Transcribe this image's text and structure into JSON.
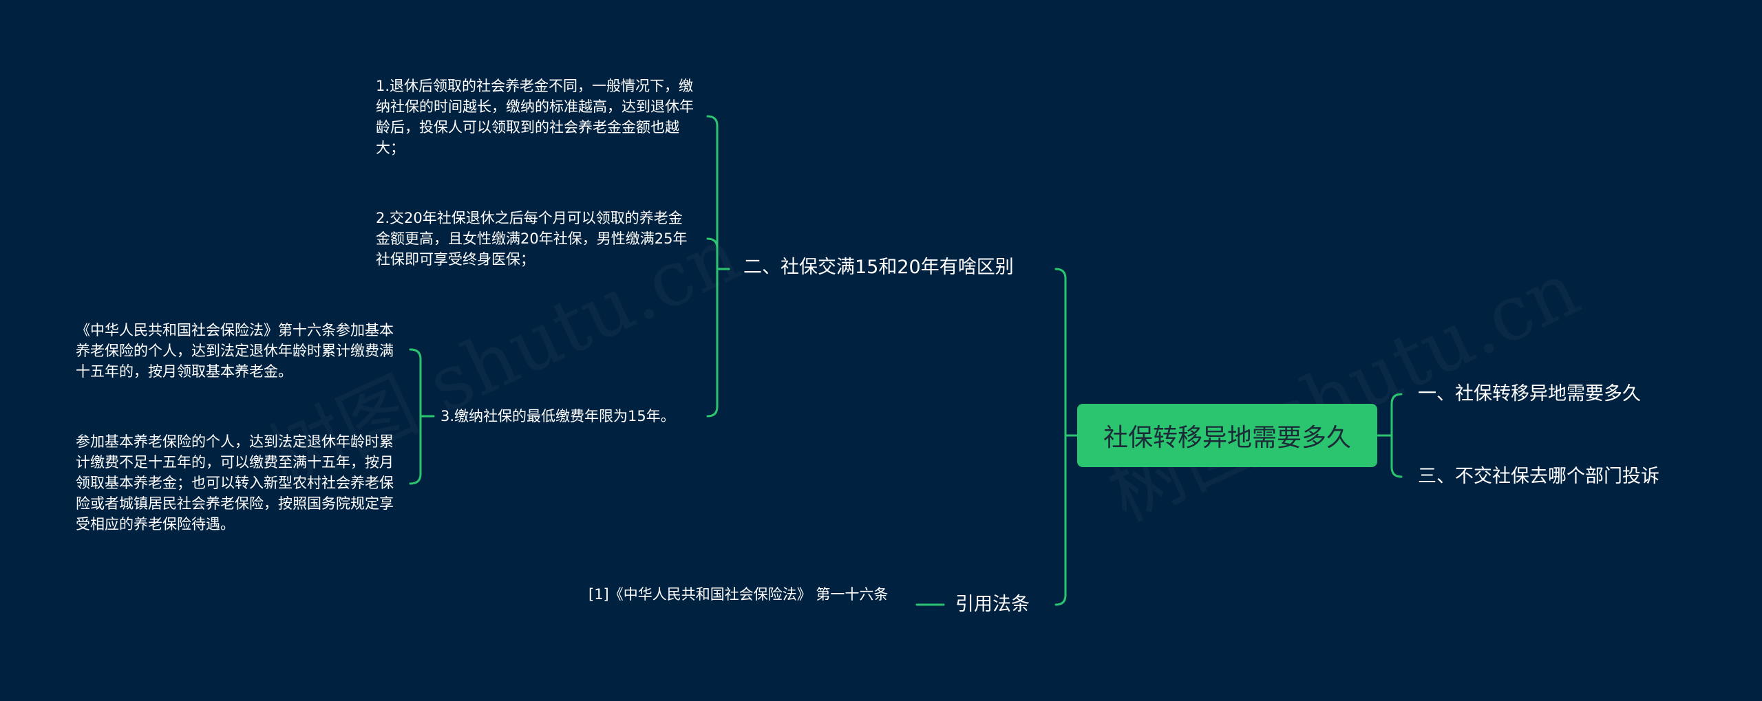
{
  "root": {
    "label": "社保转移异地需要多久"
  },
  "right_branches": [
    {
      "label": "一、社保转移异地需要多久"
    },
    {
      "label": "三、不交社保去哪个部门投诉"
    }
  ],
  "left_branches": {
    "section_two": {
      "label": "二、社保交满15和20年有啥区别",
      "items": [
        {
          "label": "1.退休后领取的社会养老金不同，一般情况下，缴纳社保的时间越长，缴纳的标准越高，达到退休年龄后，投保人可以领取到的社会养老金金额也越大；"
        },
        {
          "label": "2.交20年社保退休之后每个月可以领取的养老金金额更高，且女性缴满20年社保，男性缴满25年社保即可享受终身医保；"
        },
        {
          "label": "3.缴纳社保的最低缴费年限为15年。",
          "details": [
            {
              "label": "《中华人民共和国社会保险法》第十六条参加基本养老保险的个人，达到法定退休年龄时累计缴费满十五年的，按月领取基本养老金。"
            },
            {
              "label": "参加基本养老保险的个人，达到法定退休年龄时累计缴费不足十五年的，可以缴费至满十五年，按月领取基本养老金；也可以转入新型农村社会养老保险或者城镇居民社会养老保险，按照国务院规定享受相应的养老保险待遇。"
            }
          ]
        }
      ]
    },
    "citations": {
      "label": "引用法条",
      "items": [
        {
          "label": "[1]《中华人民共和国社会保险法》 第一十六条"
        }
      ]
    }
  },
  "watermarks": [
    "树图 shutu.cn",
    "树图 shutu.cn"
  ],
  "colors": {
    "background": "#002240",
    "connector": "#2cc56f",
    "root_fill": "#2cc56f",
    "root_text": "#1b2b38",
    "text": "#ffffff"
  }
}
